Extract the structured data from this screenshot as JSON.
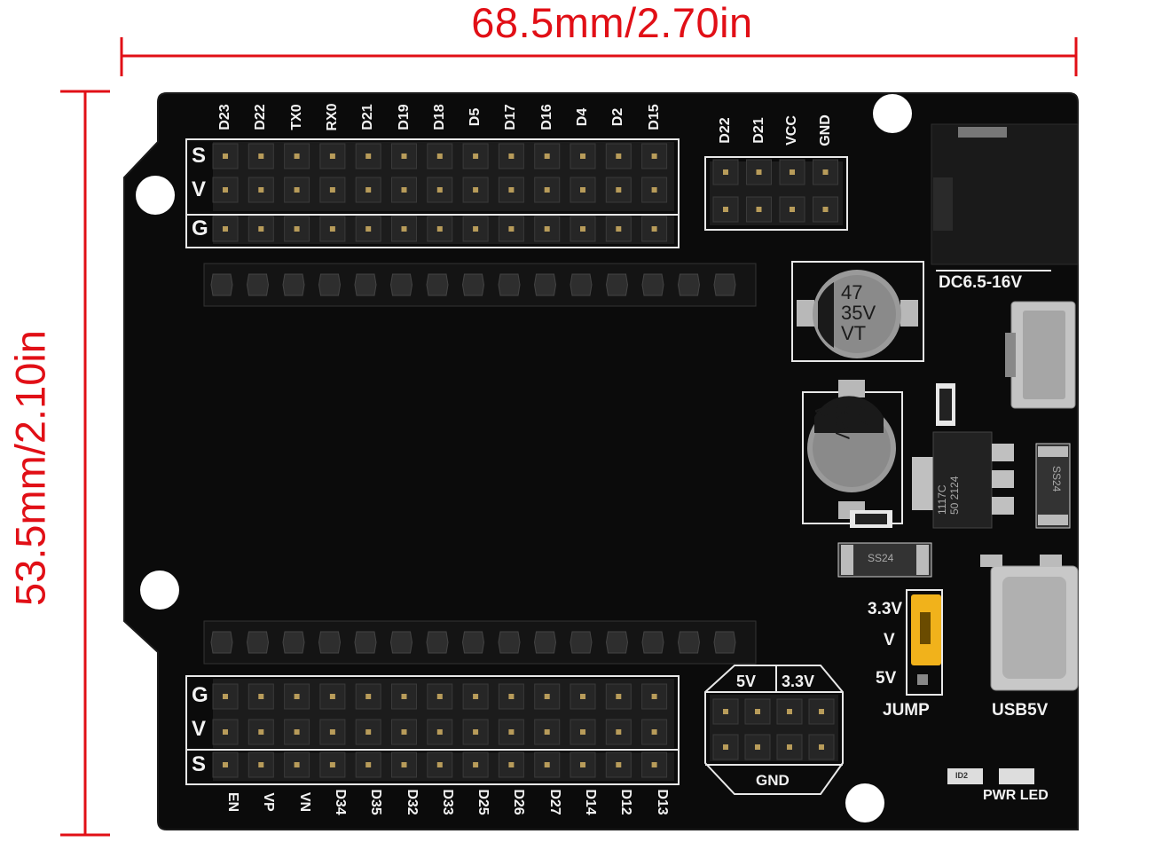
{
  "dimensions": {
    "width": "68.5mm/2.70in",
    "height": "53.5mm/2.10in"
  },
  "pins": {
    "top": [
      "D23",
      "D22",
      "TX0",
      "RX0",
      "D21",
      "D19",
      "D18",
      "D5",
      "D17",
      "D16",
      "D4",
      "D2",
      "D15"
    ],
    "bottom": [
      "EN",
      "VP",
      "VN",
      "D34",
      "D35",
      "D32",
      "D33",
      "D25",
      "D26",
      "D27",
      "D14",
      "D12",
      "D13"
    ],
    "i2c": [
      "D22",
      "D21",
      "VCC",
      "GND"
    ],
    "top_rows": [
      "S",
      "V",
      "G"
    ],
    "bottom_rows": [
      "G",
      "V",
      "S"
    ]
  },
  "silk": {
    "dc_jack": "DC6.5-16V",
    "usb": "USB5V",
    "jump": "JUMP",
    "jump_3v3": "3.3V",
    "jump_v": "V",
    "jump_5v": "5V",
    "power_5v": "5V",
    "power_3v3": "3.3V",
    "power_gnd": "GND",
    "pwr_led": "PWR LED",
    "led_id": "ID2"
  },
  "components": {
    "cap_value": "47",
    "cap_voltage": "35V",
    "cap_series": "VT",
    "regulator_line1": "1117C",
    "regulator_line2": "50 2124",
    "diode": "SS24"
  },
  "colors": {
    "dimension": "#e10f16",
    "pcb": "#0b0b0b",
    "silkscreen": "#f2f2f2",
    "jumper": "#f1b21b"
  }
}
